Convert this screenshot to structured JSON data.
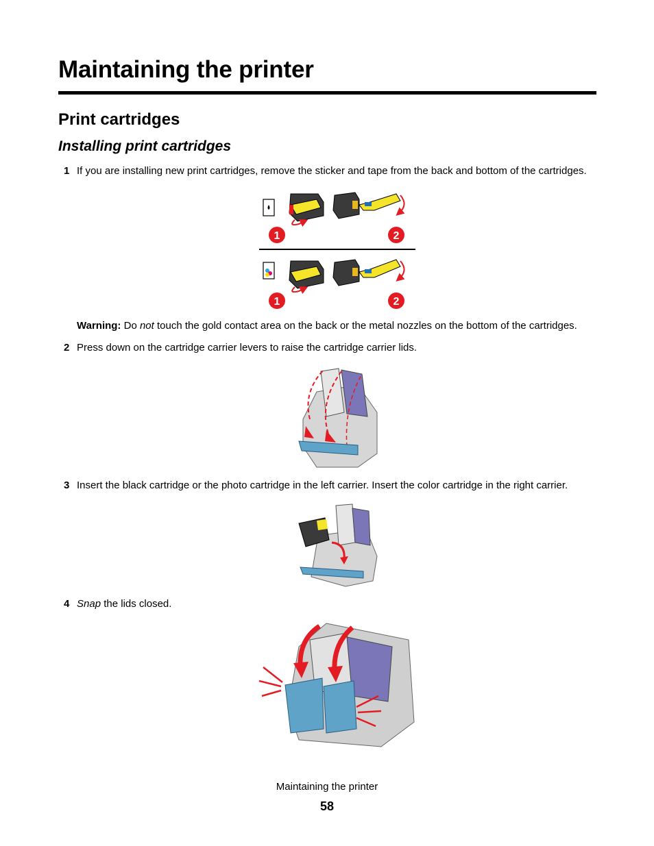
{
  "page": {
    "title": "Maintaining the printer",
    "section": "Print cartridges",
    "subsection": "Installing print cartridges"
  },
  "steps": [
    {
      "num": "1",
      "text": "If you are installing new print cartridges, remove the sticker and tape from the back and bottom of the cartridges."
    },
    {
      "num": "2",
      "text": "Press down on the cartridge carrier levers to raise the cartridge carrier lids."
    },
    {
      "num": "3",
      "text": "Insert the black cartridge or the photo cartridge in the left carrier. Insert the color cartridge in the right carrier."
    },
    {
      "num": "4",
      "italic_word": "Snap",
      "text": " the lids closed."
    }
  ],
  "warning": {
    "label": "Warning:",
    "pre": " Do ",
    "emph": "not",
    "post": " touch the gold contact area on the back or the metal nozzles on the bottom of the cartridges."
  },
  "figure1": {
    "callouts": [
      "1",
      "2",
      "1",
      "2"
    ]
  },
  "footer": {
    "title": "Maintaining the printer",
    "page_number": "58"
  },
  "colors": {
    "callout_red": "#e31b23",
    "cartridge_yellow": "#f5e52a",
    "cartridge_black": "#3a3a3a",
    "carrier_blue": "#5fa3c9",
    "cartridge_purple": "#7b76b8",
    "plastic_gray": "#c8c8c8"
  }
}
